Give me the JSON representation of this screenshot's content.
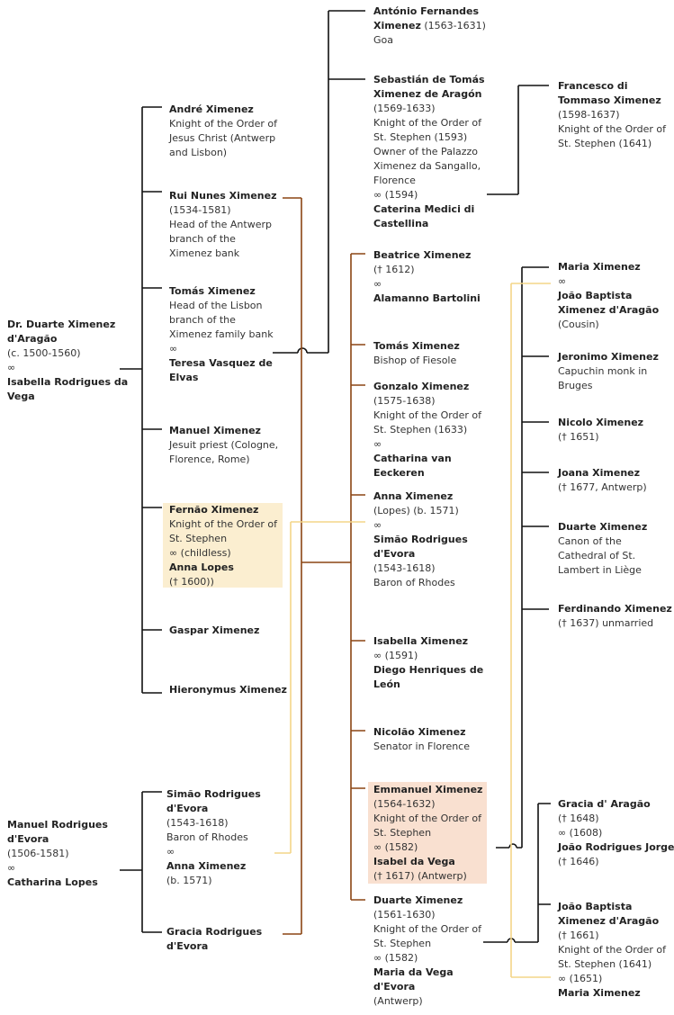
{
  "colors": {
    "black_line": "#111111",
    "brown_line": "#8b4513",
    "yellow_line": "#f3d588",
    "highlight_yellow": "#fbeed0",
    "highlight_peach": "#f9e0d0"
  },
  "nodes": {
    "duarte_sr": [
      {
        "text": "Dr. Duarte Ximenez",
        "bold": true
      },
      {
        "text": "d'Aragão",
        "bold": true
      },
      {
        "text": "(c. 1500-1560)",
        "bold": false
      },
      {
        "text": "∞",
        "bold": false
      },
      {
        "text": "Isabella Rodrigues da",
        "bold": true
      },
      {
        "text": "Vega",
        "bold": true
      }
    ],
    "manuel_rodrigues": [
      {
        "text": "Manuel Rodrigues",
        "bold": true
      },
      {
        "text": "d'Evora",
        "bold": true
      },
      {
        "text": "(1506-1581)",
        "bold": false
      },
      {
        "text": "∞",
        "bold": false
      },
      {
        "text": "Catharina Lopes",
        "bold": true
      }
    ],
    "andre": [
      {
        "text": "André Ximenez",
        "bold": true
      },
      {
        "text": "Knight of the Order of",
        "bold": false
      },
      {
        "text": "Jesus Christ (Antwerp",
        "bold": false
      },
      {
        "text": "and Lisbon)",
        "bold": false
      }
    ],
    "rui": [
      {
        "text": "Rui Nunes Ximenez",
        "bold": true
      },
      {
        "text": "(1534-1581)",
        "bold": false
      },
      {
        "text": "Head of the Antwerp",
        "bold": false
      },
      {
        "text": "branch of the",
        "bold": false
      },
      {
        "text": "Ximenez bank",
        "bold": false
      }
    ],
    "tomas_sr": [
      {
        "text": "Tomás Ximenez",
        "bold": true
      },
      {
        "text": "Head of the Lisbon",
        "bold": false
      },
      {
        "text": "branch of the",
        "bold": false
      },
      {
        "text": "Ximenez family bank",
        "bold": false
      },
      {
        "text": "∞",
        "bold": false
      },
      {
        "text": "Teresa Vasquez de",
        "bold": true
      },
      {
        "text": "Elvas",
        "bold": true
      }
    ],
    "manuel_x": [
      {
        "text": "Manuel Ximenez",
        "bold": true
      },
      {
        "text": "Jesuit priest (Cologne,",
        "bold": false
      },
      {
        "text": "Florence, Rome)",
        "bold": false
      }
    ],
    "fernao": [
      {
        "text": "Fernão Ximenez",
        "bold": true
      },
      {
        "text": "Knight of the Order of",
        "bold": false
      },
      {
        "text": "St. Stephen",
        "bold": false
      },
      {
        "text": "∞ (childless)",
        "bold": false
      },
      {
        "text": "Anna Lopes",
        "bold": true
      },
      {
        "text": "(† 1600))",
        "bold": false
      }
    ],
    "gaspar": [
      {
        "text": "Gaspar Ximenez",
        "bold": true
      }
    ],
    "hieronymus": [
      {
        "text": "Hieronymus Ximenez",
        "bold": true
      }
    ],
    "simao_sr": [
      {
        "text": "Simão Rodrigues",
        "bold": true
      },
      {
        "text": "d'Evora",
        "bold": true
      },
      {
        "text": "(1543-1618)",
        "bold": false
      },
      {
        "text": "Baron of Rhodes",
        "bold": false
      },
      {
        "text": "∞",
        "bold": false
      },
      {
        "text": "Anna Ximenez",
        "bold": true
      },
      {
        "text": "(b. 1571)",
        "bold": false
      }
    ],
    "gracia_rodrigues": [
      {
        "text": "Gracia Rodrigues",
        "bold": true
      },
      {
        "text": "d'Evora",
        "bold": true
      }
    ],
    "antonio": [
      {
        "text": "António Fernandes",
        "bold": true
      },
      {
        "text": "Ximenez",
        "bold": true,
        "suffix": " (1563-1631)"
      },
      {
        "text": "Goa",
        "bold": false
      }
    ],
    "sebastian": [
      {
        "text": "Sebastián de Tomás",
        "bold": true
      },
      {
        "text": "Ximenez de Aragón",
        "bold": true
      },
      {
        "text": "(1569-1633)",
        "bold": false
      },
      {
        "text": "Knight of the Order of",
        "bold": false
      },
      {
        "text": "St. Stephen (1593)",
        "bold": false
      },
      {
        "text": "Owner of the Palazzo",
        "bold": false
      },
      {
        "text": "Ximenez da Sangallo,",
        "bold": false
      },
      {
        "text": "Florence",
        "bold": false
      },
      {
        "text": "∞ (1594)",
        "bold": false
      },
      {
        "text": "Caterina Medici di",
        "bold": true
      },
      {
        "text": "Castellina",
        "bold": true
      }
    ],
    "beatrice": [
      {
        "text": "Beatrice Ximenez",
        "bold": true
      },
      {
        "text": "(† 1612)",
        "bold": false
      },
      {
        "text": "∞",
        "bold": false
      },
      {
        "text": "Alamanno Bartolini",
        "bold": true
      }
    ],
    "tomas_bishop": [
      {
        "text": "Tomás Ximenez",
        "bold": true
      },
      {
        "text": "Bishop of Fiesole",
        "bold": false
      }
    ],
    "gonzalo": [
      {
        "text": "Gonzalo Ximenez",
        "bold": true
      },
      {
        "text": "(1575-1638)",
        "bold": false
      },
      {
        "text": "Knight of the Order of",
        "bold": false
      },
      {
        "text": "St. Stephen (1633)",
        "bold": false
      },
      {
        "text": "∞",
        "bold": false
      },
      {
        "text": "Catharina van",
        "bold": true
      },
      {
        "text": "Eeckeren",
        "bold": true
      }
    ],
    "anna_x": [
      {
        "text": "Anna Ximenez",
        "bold": true
      },
      {
        "text": "(Lopes) (b. 1571)",
        "bold": false
      },
      {
        "text": "∞",
        "bold": false
      },
      {
        "text": "Simão Rodrigues",
        "bold": true
      },
      {
        "text": "d'Evora",
        "bold": true
      },
      {
        "text": "(1543-1618)",
        "bold": false
      },
      {
        "text": "Baron of Rhodes",
        "bold": false
      }
    ],
    "isabella": [
      {
        "text": "Isabella Ximenez",
        "bold": true
      },
      {
        "text": "∞ (1591)",
        "bold": false
      },
      {
        "text": "Diego Henriques de",
        "bold": true
      },
      {
        "text": "León",
        "bold": true
      }
    ],
    "nicolao": [
      {
        "text": "Nicolão Ximenez",
        "bold": true
      },
      {
        "text": "Senator in Florence",
        "bold": false
      }
    ],
    "emmanuel": [
      {
        "text": "Emmanuel Ximenez",
        "bold": true
      },
      {
        "text": "(1564-1632)",
        "bold": false
      },
      {
        "text": "Knight of the Order of",
        "bold": false
      },
      {
        "text": "St. Stephen",
        "bold": false
      },
      {
        "text": "∞ (1582)",
        "bold": false
      },
      {
        "text": "Isabel da Vega",
        "bold": true
      },
      {
        "text": "(† 1617) (Antwerp)",
        "bold": false
      }
    ],
    "duarte_jr": [
      {
        "text": "Duarte Ximenez",
        "bold": true
      },
      {
        "text": "(1561-1630)",
        "bold": false
      },
      {
        "text": "Knight of the Order of",
        "bold": false
      },
      {
        "text": "St. Stephen",
        "bold": false
      },
      {
        "text": "∞ (1582)",
        "bold": false
      },
      {
        "text": "Maria da Vega",
        "bold": true
      },
      {
        "text": "d'Evora",
        "bold": true
      },
      {
        "text": "(Antwerp)",
        "bold": false
      }
    ],
    "francesco": [
      {
        "text": "Francesco di",
        "bold": true
      },
      {
        "text": "Tommaso Ximenez",
        "bold": true
      },
      {
        "text": "(1598-1637)",
        "bold": false
      },
      {
        "text": "Knight of the Order of",
        "bold": false
      },
      {
        "text": "St. Stephen (1641)",
        "bold": false
      }
    ],
    "maria_x": [
      {
        "text": "Maria Ximenez",
        "bold": true
      },
      {
        "text": "∞",
        "bold": false
      },
      {
        "text": "João Baptista",
        "bold": true
      },
      {
        "text": "Ximenez d'Aragão",
        "bold": true
      },
      {
        "text": "(Cousin)",
        "bold": false
      }
    ],
    "jeronimo": [
      {
        "text": "Jeronimo Ximenez",
        "bold": true
      },
      {
        "text": "Capuchin monk in",
        "bold": false
      },
      {
        "text": "Bruges",
        "bold": false
      }
    ],
    "nicolo": [
      {
        "text": "Nicolo Ximenez",
        "bold": true
      },
      {
        "text": "(† 1651)",
        "bold": false
      }
    ],
    "joana": [
      {
        "text": "Joana Ximenez",
        "bold": true
      },
      {
        "text": "(† 1677, Antwerp)",
        "bold": false
      }
    ],
    "duarte_canon": [
      {
        "text": "Duarte Ximenez",
        "bold": true
      },
      {
        "text": "Canon of the",
        "bold": false
      },
      {
        "text": "Cathedral of St.",
        "bold": false
      },
      {
        "text": "Lambert in Liège",
        "bold": false
      }
    ],
    "ferdinando": [
      {
        "text": "Ferdinando Ximenez",
        "bold": true
      },
      {
        "text": "(† 1637) unmarried",
        "bold": false
      }
    ],
    "gracia_aragao": [
      {
        "text": "Gracia d' Aragão",
        "bold": true
      },
      {
        "text": "(† 1648)",
        "bold": false
      },
      {
        "text": "∞ (1608)",
        "bold": false
      },
      {
        "text": "João Rodrigues Jorge",
        "bold": true
      },
      {
        "text": "(† 1646)",
        "bold": false
      }
    ],
    "joao_baptista": [
      {
        "text": "João Baptista",
        "bold": true
      },
      {
        "text": "Ximenez d'Aragão",
        "bold": true
      },
      {
        "text": "(† 1661)",
        "bold": false
      },
      {
        "text": "Knight of the Order of",
        "bold": false
      },
      {
        "text": "St. Stephen (1641)",
        "bold": false
      },
      {
        "text": "∞ (1651)",
        "bold": false
      },
      {
        "text": "Maria Ximenez",
        "bold": true
      }
    ]
  }
}
